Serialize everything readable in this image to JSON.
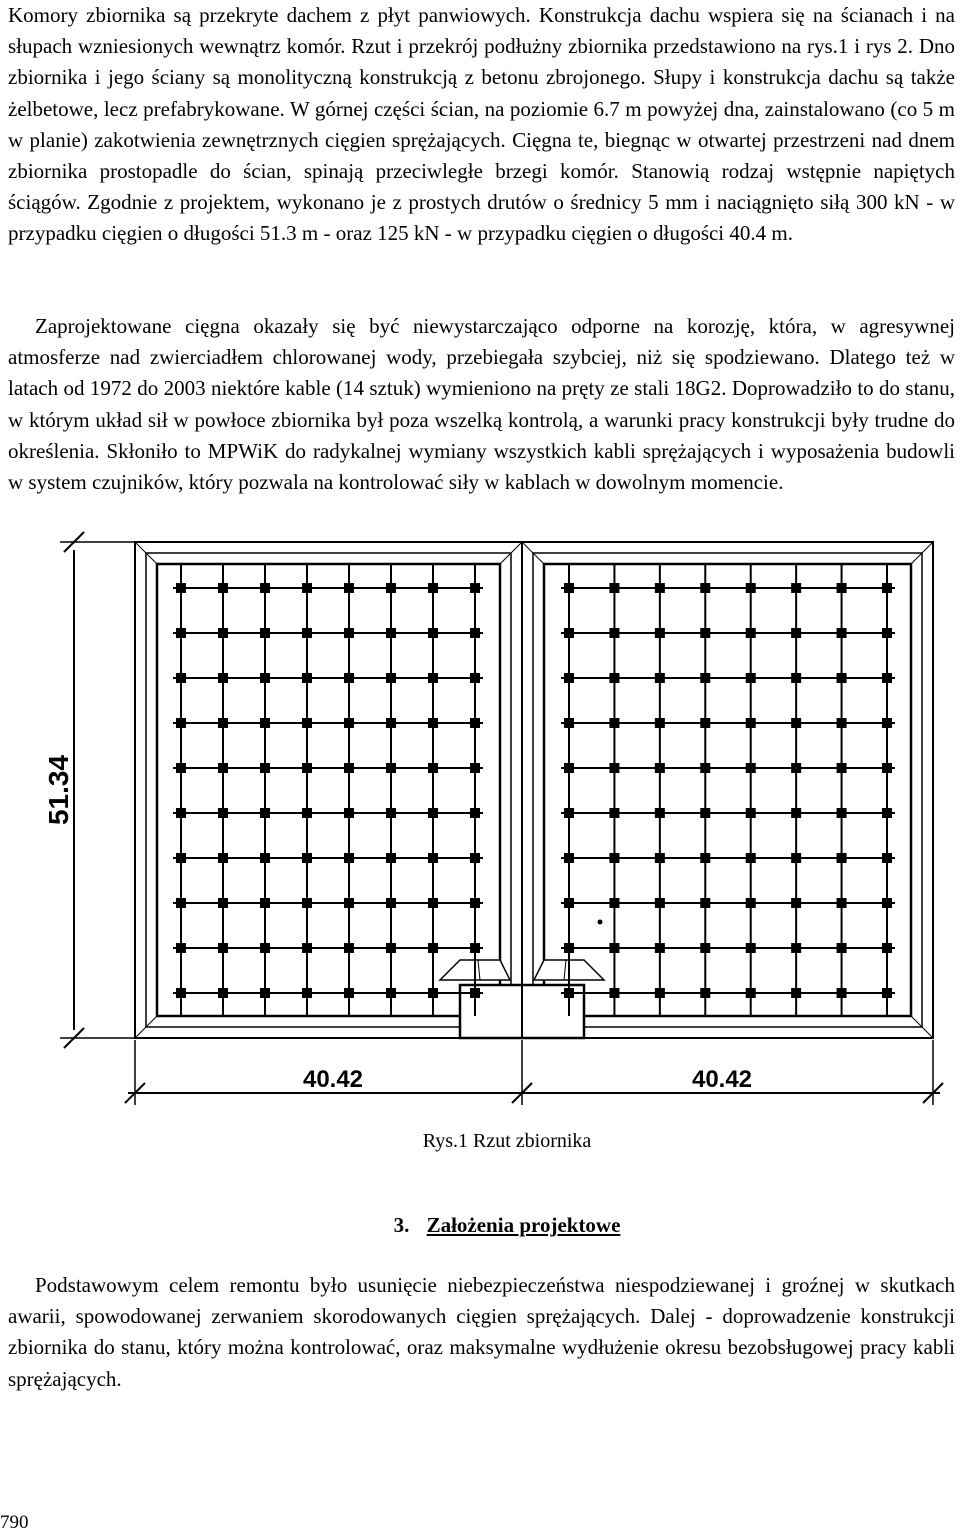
{
  "paragraphs": {
    "p1": "Komory zbiornika są przekryte dachem z płyt panwiowych. Konstrukcja dachu wspiera się na ścianach i na słupach wzniesionych wewnątrz komór. Rzut i przekrój podłużny zbiornika przedstawiono na rys.1 i rys 2. Dno zbiornika i jego ściany są monolityczną konstrukcją z betonu zbrojonego. Słupy i konstrukcja dachu są także żelbetowe, lecz prefabrykowane. W górnej części ścian, na poziomie 6.7 m powyżej dna, zainstalowano (co 5 m w planie) zakotwienia zewnętrznych cięgien sprężających. Cięgna te, biegnąc w otwartej przestrzeni nad dnem zbiornika prostopadle do ścian, spinają przeciwległe brzegi komór. Stanowią rodzaj wstępnie napiętych ściągów. Zgodnie z projektem, wykonano je z prostych drutów o średnicy 5 mm i naciągnięto siłą 300 kN - w przypadku cięgien o długości 51.3 m - oraz 125 kN - w przypadku cięgien o długości 40.4 m.",
    "p2": "Zaprojektowane cięgna okazały się być niewystarczająco odporne na korozję, która, w agresywnej atmosferze nad zwierciadłem chlorowanej wody, przebiegała szybciej, niż się spodziewano. Dlatego też w latach od 1972 do 2003 niektóre kable (14 sztuk) wymieniono na pręty ze stali 18G2. Doprowadziło to do stanu, w którym układ sił w powłoce zbiornika był poza wszelką kontrolą, a warunki pracy konstrukcji były trudne do określenia. Skłoniło to MPWiK do radykalnej wymiany wszystkich kabli sprężających i wyposażenia budowli w system czujników, który pozwala na kontrolować siły w kablach w dowolnym momencie.",
    "p3": "Podstawowym celem remontu było usunięcie niebezpieczeństwa niespodziewanej i groźnej w skutkach awarii, spowodowanej zerwaniem skorodowanych cięgien sprężających. Dalej - doprowadzenie konstrukcji zbiornika do stanu, który można kontrolować, oraz maksymalne wydłużenie okresu bezobsługowej pracy kabli sprężających."
  },
  "figure": {
    "dim_height": "51.34",
    "dim_width_left": "40.42",
    "dim_width_right": "40.42",
    "caption": "Rys.1 Rzut zbiornika"
  },
  "section": {
    "number": "3.",
    "title": "Założenia projektowe"
  },
  "page_number": "790"
}
